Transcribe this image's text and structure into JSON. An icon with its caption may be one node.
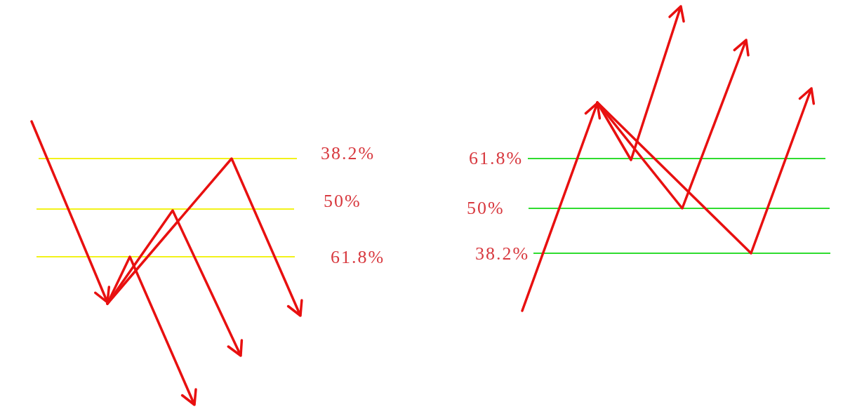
{
  "diagram": {
    "labels": [
      "38.2%",
      "50%",
      "61.8%",
      "61.8%",
      "50%",
      "38.2%"
    ]
  }
}
